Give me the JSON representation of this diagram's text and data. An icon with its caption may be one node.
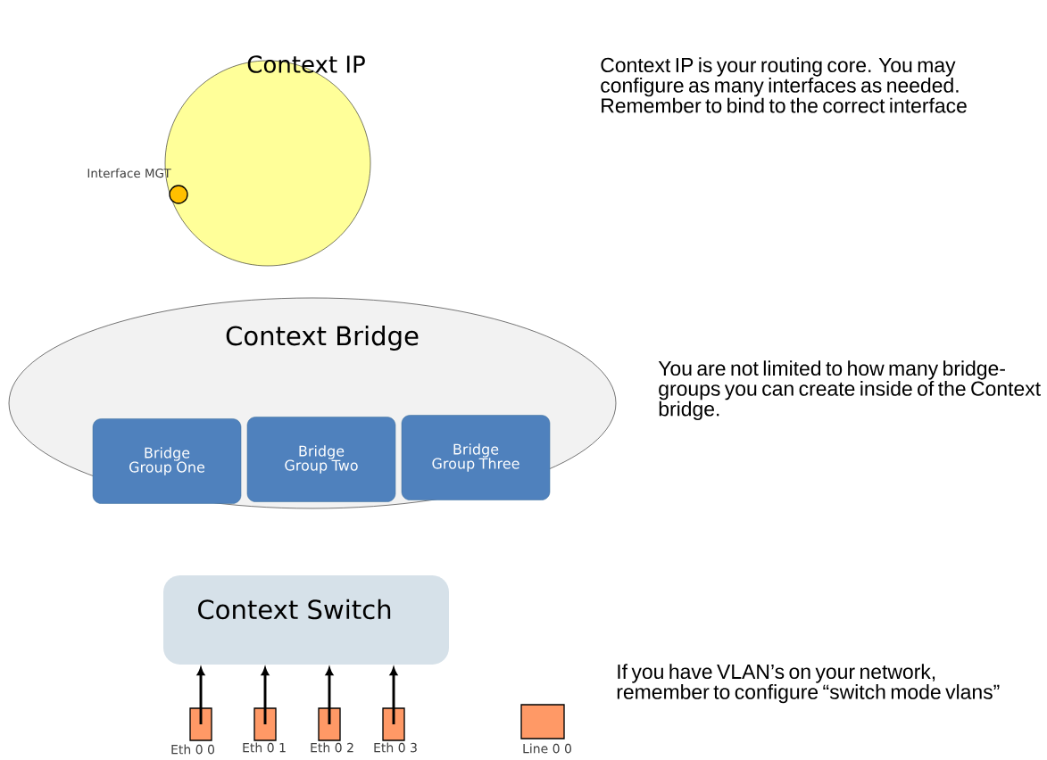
{
  "diagram": {
    "nodes": [
      {
        "text": [
          "Context IP"
        ]
      },
      {
        "text": [],
        "shape": "circle",
        "in": 0
      },
      {
        "text": [
          "Context Bridge"
        ]
      },
      {
        "text": [
          "Bridge Group One"
        ],
        "in": 2
      },
      {
        "text": [
          "Bridge Group Two"
        ],
        "in": 2
      },
      {
        "text": [
          "Bridge Group Three"
        ],
        "in": 2
      },
      {
        "text": [
          "Context Switch"
        ]
      },
      {
        "text": [],
        "shape": "box",
        "beside": [
          "Eth 0 0"
        ]
      },
      {
        "text": [],
        "shape": "box",
        "beside": [
          "Eth 0 1"
        ]
      },
      {
        "text": [],
        "shape": "box",
        "beside": [
          "Eth 0 2"
        ]
      },
      {
        "text": [],
        "shape": "box",
        "beside": [
          "Eth 0 3"
        ]
      },
      {
        "text": [],
        "shape": "box",
        "beside": [
          "Line 0 0"
        ]
      }
    ],
    "edges": [
      {
        "from": 7,
        "to": 6,
        "arrow": "to"
      },
      {
        "from": 8,
        "to": 6,
        "arrow": "to"
      },
      {
        "from": 9,
        "to": 6,
        "arrow": "to"
      },
      {
        "from": 10,
        "to": 6,
        "arrow": "to"
      }
    ],
    "labels": [
      "Interface MGT",
      "Context IP is your routing core. You may configure as many interfaces as needed. Remember to bind to the correct interface",
      "You are not limited to how many bridge-groups you can create inside of the Context bridge.",
      "If you have VLAN’s on your network, remember to configure “switch mode vlans”"
    ]
  }
}
